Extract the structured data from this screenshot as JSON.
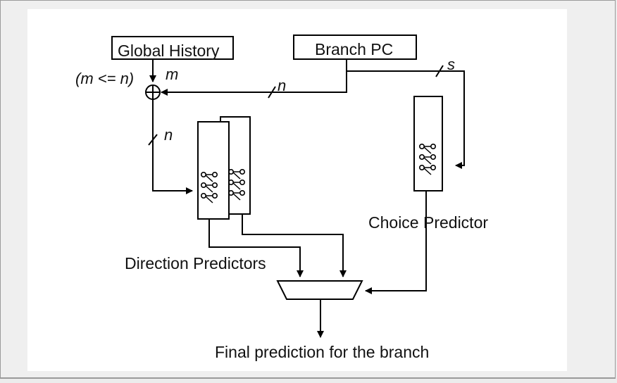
{
  "diagram": {
    "global_history_label": "Global History",
    "branch_pc_label": "Branch PC",
    "condition_label": "(m <= n)",
    "m_label": "m",
    "n_label_upper": "n",
    "n_label_left": "n",
    "s_label": "s",
    "choice_predictor_label": "Choice Predictor",
    "direction_predictors_label": "Direction Predictors",
    "final_prediction_label": "Final prediction for the branch"
  }
}
